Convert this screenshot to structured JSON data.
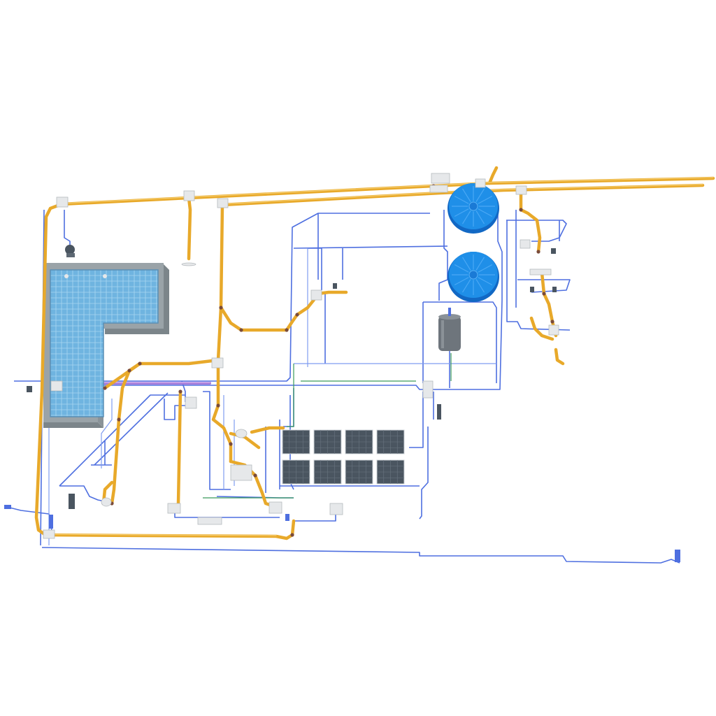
{
  "colors": {
    "background": "#ffffff",
    "supply_pipe": "#e8a92a",
    "supply_pipe_edge": "#c98a12",
    "cold_pipe": "#4e6fe0",
    "cold_pipe_light": "#7f9cf0",
    "hot_pipe": "#a57ad8",
    "pipe_joint": "#7a4b3a",
    "green_line": "#3a9a5a",
    "tank_blue": "#1f8fe8",
    "tank_blue_dark": "#1268c4",
    "pool_water": "#6fb4e0",
    "pool_grid": "#a9d6f2",
    "pool_wall": "#9aa3a8",
    "pool_wall_dark": "#7c858a",
    "solar_panel": "#4a5560",
    "solar_frame": "#cfd4d8",
    "pressure_vessel": "#6e757c",
    "fixture": "#e6e8ea"
  },
  "icons": {
    "storage_tank": "cylinder-tank-icon",
    "pressure_vessel": "pressure-vessel-icon",
    "solar_panel": "solar-panel-icon",
    "pump": "pump-icon",
    "junction_box": "junction-box-icon",
    "fixture": "fixture-icon",
    "inspection_chamber": "chamber-icon"
  },
  "components": {
    "pool": {
      "present": true
    },
    "storage_tanks": 2,
    "pressure_vessels": 1,
    "solar_panels": 8,
    "junction_boxes": 9
  }
}
